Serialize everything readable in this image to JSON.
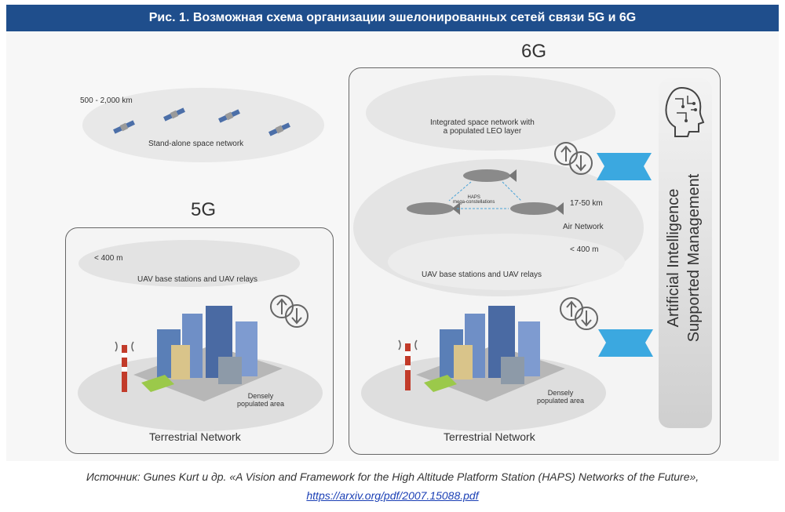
{
  "title": "Рис. 1. Возможная схема организации эшелонированных сетей связи 5G и 6G",
  "left": {
    "altitude_space": "500 - 2,000 km",
    "space_network": "Stand-alone space network",
    "heading": "5G",
    "altitude_uav": "< 400 m",
    "uav_label": "UAV base stations and UAV relays",
    "dense_area": "Densely\npopulated area",
    "terrestrial": "Terrestrial Network"
  },
  "right": {
    "heading": "6G",
    "space_network": "Integrated space network with\na populated LEO layer",
    "haps_label": "HAPS\nmega-constellations",
    "altitude_air": "17-50 km",
    "air_network": "Air Network",
    "altitude_uav": "< 400 m",
    "uav_label": "UAV base stations and UAV relays",
    "dense_area": "Densely\npopulated area",
    "terrestrial": "Terrestrial Network",
    "ai_label": "Artificial Intelligence\nSupported Management"
  },
  "source": {
    "text": "Источник: Gunes Kurt и др. «A Vision and Framework for the High Altitude Platform Station (HAPS) Networks of the Future»,",
    "link": "https://arxiv.org/pdf/2007.15088.pdf"
  },
  "icons": [
    "satellite-icon",
    "drone-icon",
    "airship-icon",
    "city-icon",
    "cell-tower-icon",
    "up-down-arrows-icon",
    "brain-head-icon",
    "chevron-arrow-icon"
  ],
  "colors": {
    "title_bg": "#1f4e8c",
    "arrow_blue": "#3ba8e0",
    "link": "#1a3fb5"
  }
}
